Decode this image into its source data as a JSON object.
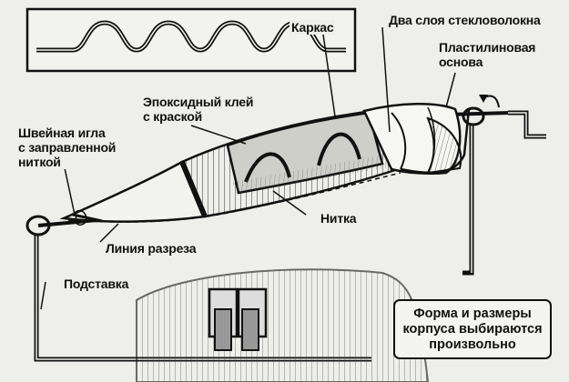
{
  "labels": {
    "frame": "Каркас",
    "two_layers": "Два слоя стекловолокна",
    "plasticine": "Пластилиновая\nоснова",
    "epoxy": "Эпоксидный клей\nс краской",
    "needle": "Швейная игла\nс заправленной\nниткой",
    "thread": "Нитка",
    "cut_line": "Линия разреза",
    "stand": "Подставка"
  },
  "note": {
    "line1": "Форма и размеры",
    "line2": "корпуса выбираются",
    "line3": "произвольно"
  },
  "colors": {
    "ink": "#111111",
    "paper": "#eeeeea",
    "shade": "#7a7a7a"
  }
}
